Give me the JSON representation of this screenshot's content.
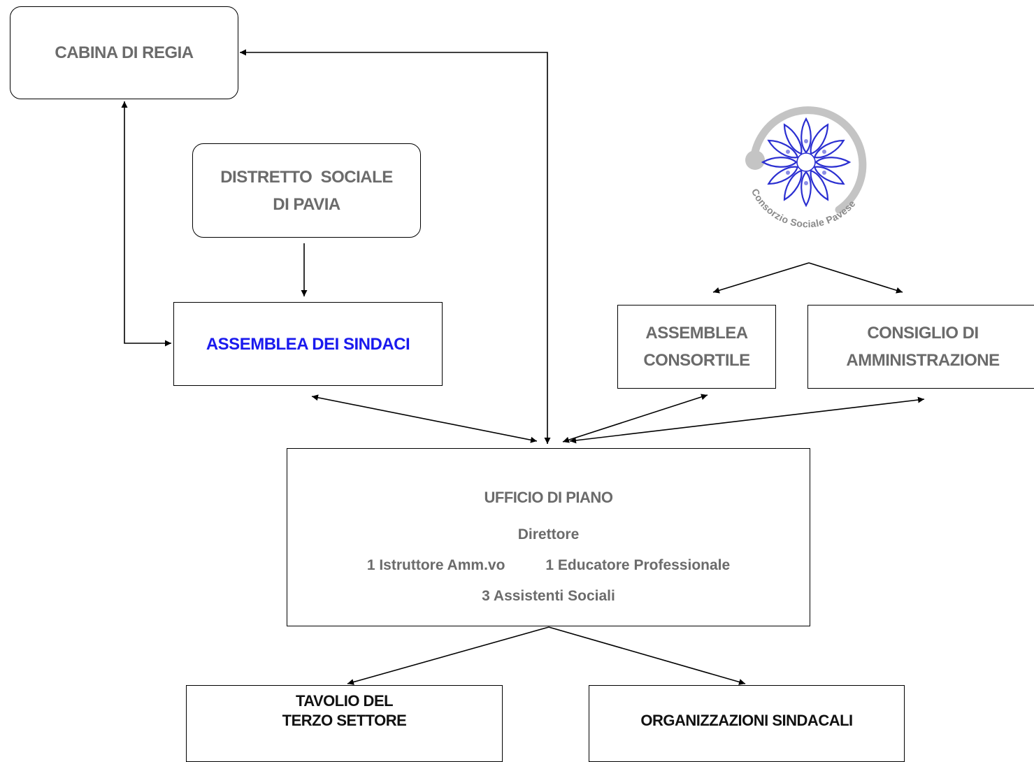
{
  "nodes": {
    "cabina": "CABINA DI REGIA",
    "distretto": [
      "DISTRETTO  SOCIALE",
      "DI PAVIA"
    ],
    "assemblea_sindaci": "ASSEMBLEA DEI SINDACI",
    "assemblea_consortile": [
      "ASSEMBLEA",
      "CONSORTILE"
    ],
    "consiglio": [
      "CONSIGLIO DI",
      "AMMINISTRAZIONE"
    ],
    "ufficio": {
      "title": "UFFICIO DI PIANO",
      "staff": {
        "direttore": "Direttore",
        "istruttore": "1 Istruttore Amm.vo",
        "educatore": "1 Educatore Professionale",
        "assistenti": "3 Assistenti Sociali"
      }
    },
    "tavolo": [
      "TAVOLIO DEL",
      "TERZO SETTORE"
    ],
    "organizzazioni": "ORGANIZZAZIONI SINDACALI"
  },
  "logo": {
    "text": "Consorzio Sociale Pavese",
    "colors": {
      "flower": "#2b2fd1",
      "ring": "#c4c4c4"
    }
  },
  "colors": {
    "text": "#6b6b6b",
    "highlight": "#1a1aee",
    "border": "#000000"
  }
}
